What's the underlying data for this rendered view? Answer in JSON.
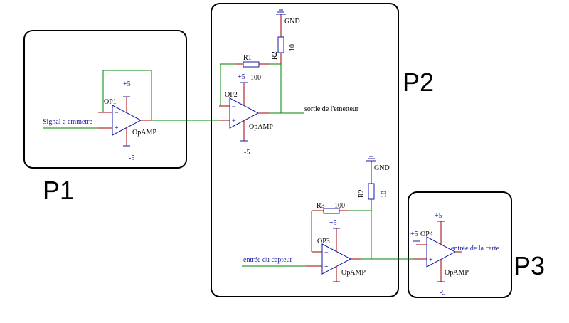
{
  "blocks": {
    "p1": "P1",
    "p2": "P2",
    "p3": "P3"
  },
  "opamps": {
    "op1": {
      "name": "OP1",
      "type": "OpAMP",
      "vpos": "+5",
      "vneg": "-5"
    },
    "op2": {
      "name": "OP2",
      "type": "OpAMP",
      "vpos": "+5",
      "vneg": "-5"
    },
    "op3": {
      "name": "OP3",
      "type": "OpAMP",
      "vpos": "+5"
    },
    "op4": {
      "name": "OP4",
      "type": "OpAMP",
      "vpos": "+5",
      "vpos_in": "+5",
      "vneg": "-5"
    }
  },
  "resistors": {
    "r1": {
      "name": "R1",
      "value": "100"
    },
    "r2_top": {
      "name": "R2",
      "value": "10"
    },
    "r3": {
      "name": "R3",
      "value": "100"
    },
    "r2_bottom": {
      "name": "R2",
      "value": "10"
    }
  },
  "grounds": {
    "top": "GND",
    "bottom": "GND"
  },
  "signals": {
    "signal_in": "Signal a emmetre",
    "emitter_out": "sortie de l'emetteur",
    "sensor_in": "entrée du capteur",
    "board_in": "entrée de la carte"
  },
  "colors": {
    "wire": "#008000",
    "pin": "#a00000",
    "component": "#1a1aa6",
    "frame": "#000000"
  }
}
